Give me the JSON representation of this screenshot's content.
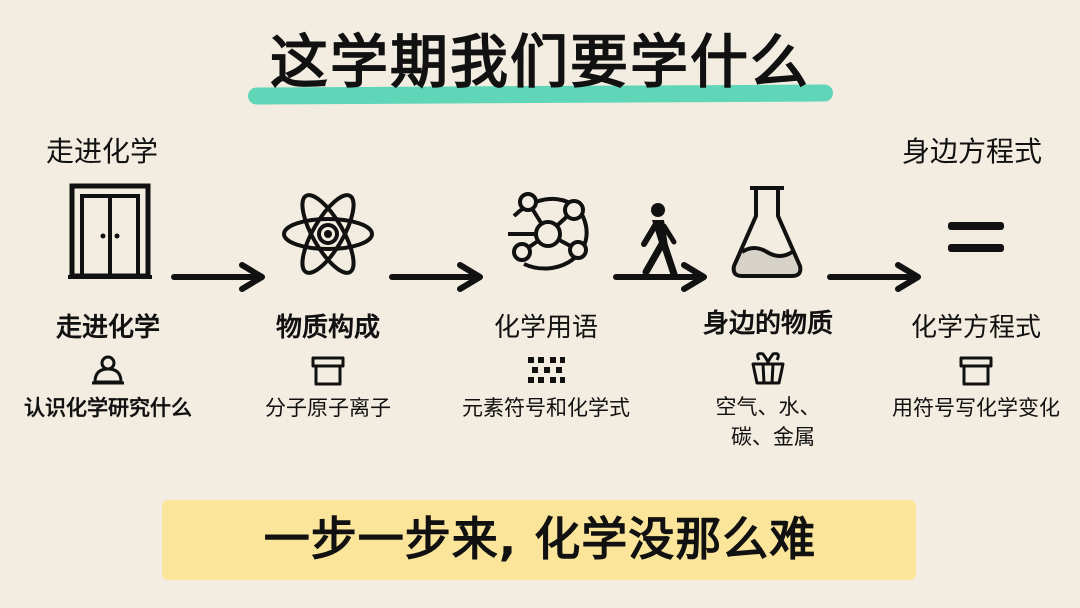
{
  "title": "这学期我们要学什么",
  "top_labels": {
    "left": "走进化学",
    "right": "身边方程式"
  },
  "icons": {
    "door": "door-icon",
    "atom": "atom-icon",
    "molecule": "molecule-icon",
    "walker": "walking-person-icon",
    "flask": "flask-icon",
    "equals": "equals-icon",
    "arrow": "arrow-right-icon"
  },
  "stages": [
    {
      "title": "走进化学",
      "desc": "认识化学研究什么",
      "icon": "bell-icon"
    },
    {
      "title": "物质构成",
      "desc": "分子原子离子",
      "icon": "box-icon"
    },
    {
      "title": "化学用语",
      "desc": "元素符号和化学式",
      "icon": "grid-icon"
    },
    {
      "title": "身边的物质",
      "desc_line1": "空气、水、",
      "desc_line2": "碳、金属",
      "icon": "basket-icon"
    },
    {
      "title": "化学方程式",
      "desc": "用符号写化学变化",
      "icon": "box-icon"
    }
  ],
  "bottom_text": "一步一步来, 化学没那么难",
  "colors": {
    "background": "#f3ede1",
    "title_highlight": "#4fd3b2",
    "bottom_highlight": "#fbe59a",
    "ink": "#111111"
  }
}
